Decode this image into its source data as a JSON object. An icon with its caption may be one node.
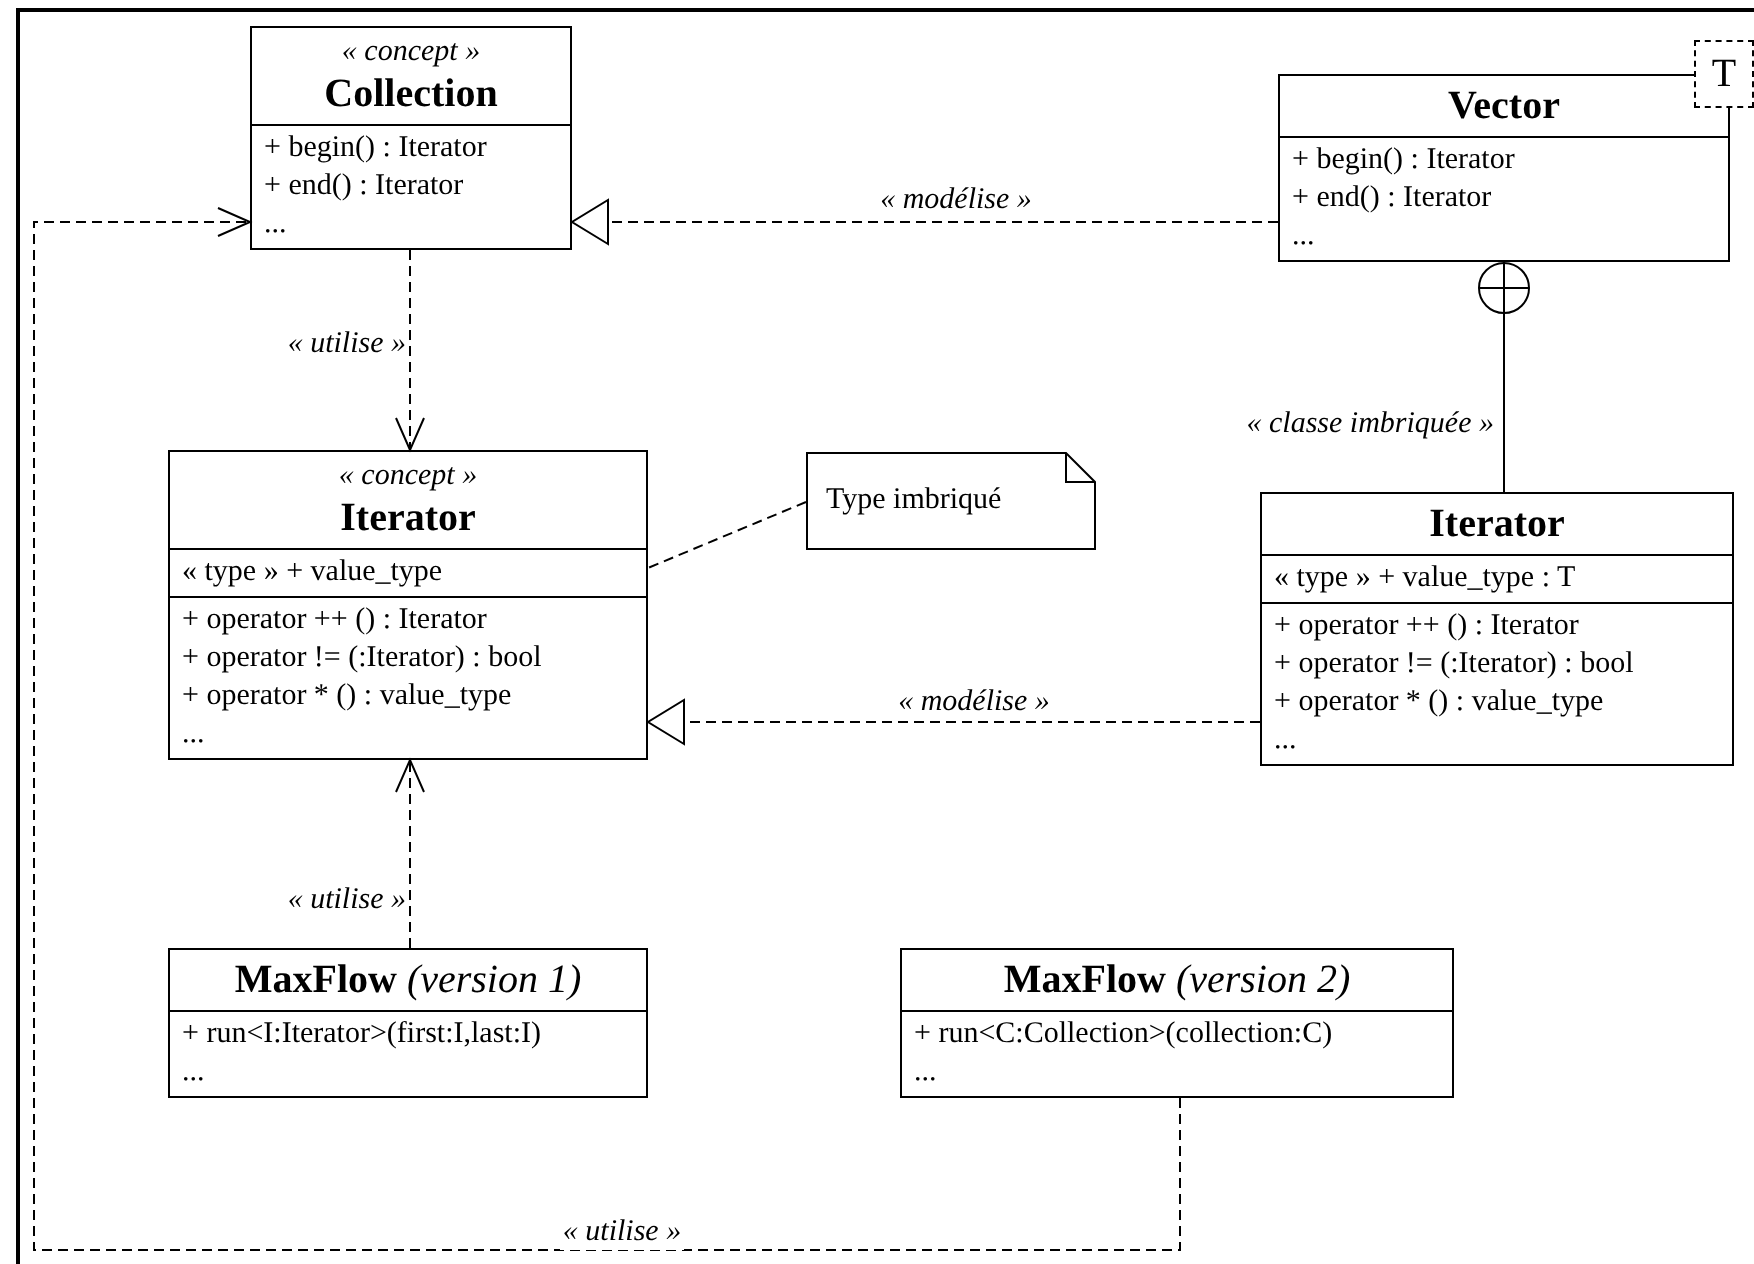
{
  "diagram": {
    "nodes": [
      {
        "text": [
          "« concept »",
          "Collection",
          "+ begin() : Iterator",
          "+ end() : Iterator",
          "..."
        ]
      },
      {
        "text": [
          "Vector",
          "+ begin() : Iterator",
          "+ end() : Iterator",
          "..."
        ]
      },
      {
        "text": [
          "T"
        ]
      },
      {
        "text": [
          "« concept »",
          "Iterator",
          "« type » + value_type",
          "+ operator ++ () : Iterator",
          "+ operator != (:Iterator) : bool",
          "+ operator * () : value_type",
          "..."
        ]
      },
      {
        "text": [
          "Type imbriqué"
        ]
      },
      {
        "text": [
          "Iterator",
          "« type » + value_type : T",
          "+ operator ++ () : Iterator",
          "+ operator != (:Iterator) : bool",
          "+ operator * () : value_type",
          "..."
        ]
      },
      {
        "text": [
          "**MaxFlow** *(version 1)*",
          "+ run<I:Iterator>(first:I,last:I)",
          "..."
        ]
      },
      {
        "text": [
          "**MaxFlow** *(version 2)*",
          "+ run<C:Collection>(collection:C)",
          "..."
        ]
      }
    ],
    "edges": [
      {
        "from": 1,
        "to": 0,
        "arrow": "to",
        "label": "« modélise »",
        "style": "dashed"
      },
      {
        "from": 0,
        "to": 3,
        "arrow": "to",
        "label": "« utilise »",
        "style": "dashed"
      },
      {
        "from": 5,
        "to": 3,
        "arrow": "to",
        "label": "« modélise »",
        "style": "dashed"
      },
      {
        "from": 1,
        "to": 5,
        "arrow": "other",
        "label": "« classe imbriquée »"
      },
      {
        "from": 6,
        "to": 3,
        "arrow": "to",
        "label": "« utilise »",
        "style": "dashed"
      },
      {
        "from": 7,
        "to": 0,
        "arrow": "to",
        "label": "« utilise »",
        "style": "dashed"
      },
      {
        "from": 4,
        "to": 3,
        "arrow": "none",
        "style": "dashed"
      }
    ]
  }
}
